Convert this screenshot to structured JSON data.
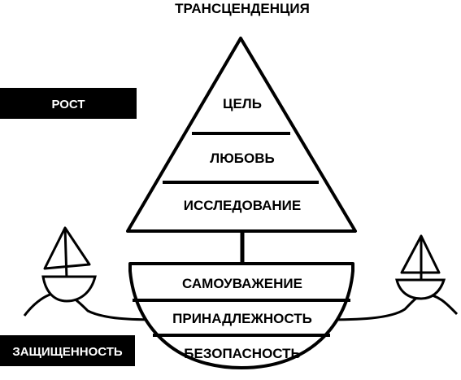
{
  "title": "ТРАНСЦЕНДЕНЦИЯ",
  "side_labels": {
    "growth": "РОСТ",
    "security": "ЗАЩИЩЕННОСТЬ"
  },
  "pyramid_levels": [
    "ЦЕЛЬ",
    "ЛЮБОВЬ",
    "ИССЛЕДОВАНИЕ"
  ],
  "hull_levels": [
    "САМОУВАЖЕНИЕ",
    "ПРИНАДЛЕЖНОСТЬ",
    "БЕЗОПАСНОСТЬ"
  ],
  "colors": {
    "stroke": "#000000",
    "fill": "#ffffff",
    "label_box": "#000000",
    "label_text": "#ffffff"
  }
}
